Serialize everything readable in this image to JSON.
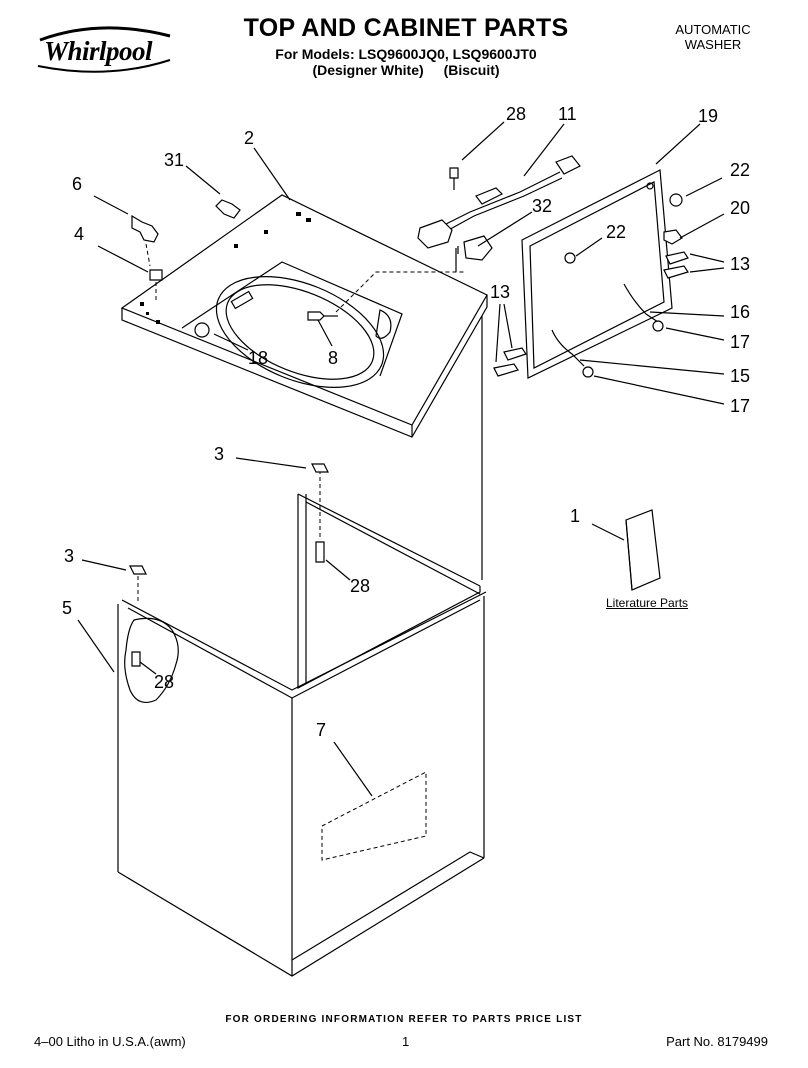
{
  "header": {
    "brand": "Whirlpool",
    "title": "TOP AND CABINET PARTS",
    "models": "For Models: LSQ9600JQ0, LSQ9600JT0",
    "variant_1": "(Designer White)",
    "variant_2": "(Biscuit)",
    "product_type_line1": "AUTOMATIC",
    "product_type_line2": "WASHER"
  },
  "callouts": [
    "28",
    "11",
    "19",
    "31",
    "2",
    "6",
    "22",
    "32",
    "22",
    "20",
    "4",
    "13",
    "13",
    "16",
    "18",
    "8",
    "17",
    "15",
    "17",
    "3",
    "1",
    "3",
    "28",
    "5",
    "28",
    "7"
  ],
  "literature_label": "Literature Parts",
  "footer": {
    "ordering_note": "FOR ORDERING INFORMATION REFER TO PARTS PRICE LIST",
    "litho": "4–00 Litho in U.S.A.(awm)",
    "page_number": "1",
    "part_number": "Part No. 8179499"
  }
}
